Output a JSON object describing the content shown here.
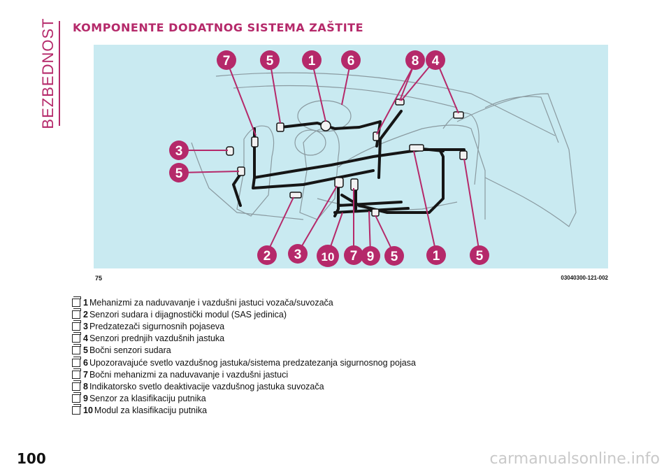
{
  "section": {
    "label": "BEZBEDNOST"
  },
  "page": {
    "title": "KOMPONENTE DODATNOG SISTEMA ZAŠTITE",
    "number": "100"
  },
  "figure": {
    "number": "75",
    "code": "03040300-121-002",
    "callouts_top": [
      "7",
      "5",
      "1",
      "6",
      "8",
      "4"
    ],
    "callouts_left": [
      "3",
      "5"
    ],
    "callouts_bottom": [
      "2",
      "3",
      "10",
      "7",
      "9",
      "5",
      "1",
      "5"
    ],
    "colors": {
      "background": "#c9eaf1",
      "callout": "#b5296a",
      "line": "#8a9aa0",
      "wiring": "#151515"
    }
  },
  "legend": [
    {
      "num": "1",
      "text": "Mehanizmi za naduvavanje i vazdušni jastuci vozača/suvozača"
    },
    {
      "num": "2",
      "text": "Senzori sudara i dijagnostički modul (SAS jedinica)"
    },
    {
      "num": "3",
      "text": "Predzatezači sigurnosnih pojaseva"
    },
    {
      "num": "4",
      "text": "Senzori prednjih vazdušnih jastuka"
    },
    {
      "num": "5",
      "text": "Bočni senzori sudara"
    },
    {
      "num": "6",
      "text": "Upozoravajuće svetlo vazdušnog jastuka/sistema predzatezanja sigurnosnog pojasa"
    },
    {
      "num": "7",
      "text": "Bočni mehanizmi za naduvavanje i vazdušni jastuci"
    },
    {
      "num": "8",
      "text": "Indikatorsko svetlo deaktivacije vazdušnog jastuka suvozača"
    },
    {
      "num": "9",
      "text": "Senzor za klasifikaciju putnika"
    },
    {
      "num": "10",
      "text": "Modul za klasifikaciju putnika"
    }
  ],
  "watermark": "carmanualsonline.info"
}
